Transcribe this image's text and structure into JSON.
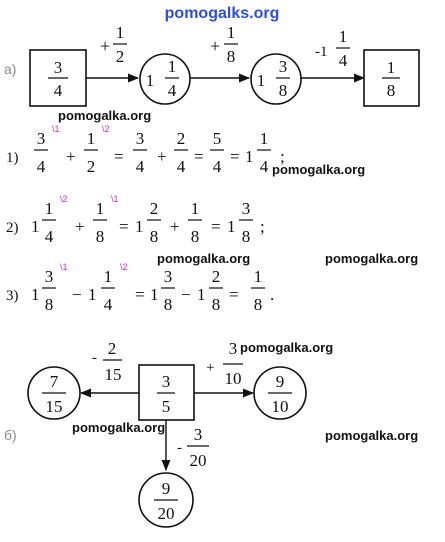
{
  "watermarks": {
    "header": "pomogalks.org",
    "site": "pomogalka.org"
  },
  "part_a": {
    "label": "а)",
    "boxes": {
      "start": {
        "num": "3",
        "den": "4"
      },
      "end": {
        "num": "1",
        "den": "8"
      }
    },
    "circles": {
      "c1": {
        "whole": "1",
        "num": "1",
        "den": "4"
      },
      "c2": {
        "whole": "1",
        "num": "3",
        "den": "8"
      }
    },
    "ops": {
      "op1": {
        "sign": "+",
        "num": "1",
        "den": "2"
      },
      "op2": {
        "sign": "+",
        "num": "1",
        "den": "8"
      },
      "op3": {
        "sign": "-1",
        "num": "1",
        "den": "4"
      }
    },
    "steps": {
      "s1": {
        "index": "1)",
        "f1": {
          "num": "3",
          "den": "4",
          "mark": "\\1"
        },
        "plus": "+",
        "f2": {
          "num": "1",
          "den": "2",
          "mark": "\\2"
        },
        "eq1": "=",
        "f3": {
          "num": "3",
          "den": "4"
        },
        "plus2": "+",
        "f4": {
          "num": "2",
          "den": "4"
        },
        "eq2": "=",
        "f5": {
          "num": "5",
          "den": "4"
        },
        "eq3": "=",
        "whole": "1",
        "f6": {
          "num": "1",
          "den": "4"
        },
        "end": ";"
      },
      "s2": {
        "index": "2)",
        "whole1": "1",
        "f1": {
          "num": "1",
          "den": "4",
          "mark": "\\2"
        },
        "plus": "+",
        "f2": {
          "num": "1",
          "den": "8",
          "mark": "\\1"
        },
        "eq1": "=",
        "whole2": "1",
        "f3": {
          "num": "2",
          "den": "8"
        },
        "plus2": "+",
        "f4": {
          "num": "1",
          "den": "8"
        },
        "eq2": "=",
        "whole3": "1",
        "f5": {
          "num": "3",
          "den": "8"
        },
        "end": ";"
      },
      "s3": {
        "index": "3)",
        "whole1": "1",
        "f1": {
          "num": "3",
          "den": "8",
          "mark": "\\1"
        },
        "minus": "−",
        "whole2": "1",
        "f2": {
          "num": "1",
          "den": "4",
          "mark": "\\2"
        },
        "eq1": "=",
        "whole3": "1",
        "f3": {
          "num": "3",
          "den": "8"
        },
        "minus2": "−",
        "whole4": "1",
        "f4": {
          "num": "2",
          "den": "8"
        },
        "eq2": "=",
        "f5": {
          "num": "1",
          "den": "8"
        },
        "end": "."
      }
    }
  },
  "part_b": {
    "label": "б)",
    "center": {
      "num": "3",
      "den": "5"
    },
    "left": {
      "num": "7",
      "den": "15"
    },
    "right": {
      "num": "9",
      "den": "10"
    },
    "bottom": {
      "num": "9",
      "den": "20"
    },
    "ops": {
      "left": {
        "sign": "-",
        "num": "2",
        "den": "15"
      },
      "right": {
        "sign": "+",
        "num": "3",
        "den": "10"
      },
      "down": {
        "sign": "-",
        "num": "3",
        "den": "20"
      }
    }
  }
}
